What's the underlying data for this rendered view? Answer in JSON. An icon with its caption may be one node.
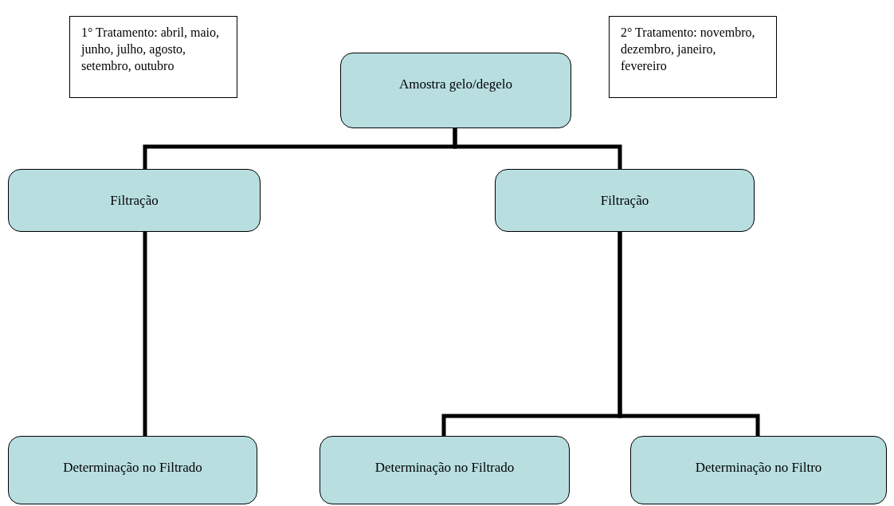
{
  "diagram": {
    "nodes": [
      {
        "text": [
          "1° Tratamento: abril, maio, junho, julho, agosto, setembro, outubro"
        ]
      },
      {
        "text": [
          "2° Tratamento: novembro, dezembro, janeiro, fevereiro"
        ]
      },
      {
        "text": [
          "Amostra gelo/degelo"
        ]
      },
      {
        "text": [
          "Filtração"
        ]
      },
      {
        "text": [
          "Filtração"
        ]
      },
      {
        "text": [
          "Determinação no Filtrado"
        ]
      },
      {
        "text": [
          "Determinação no Filtrado"
        ]
      },
      {
        "text": [
          "Determinação no Filtro"
        ]
      }
    ],
    "edges": [
      {
        "from": 2,
        "to": 3,
        "arrow": "none"
      },
      {
        "from": 2,
        "to": 4,
        "arrow": "none"
      },
      {
        "from": 3,
        "to": 5,
        "arrow": "none"
      },
      {
        "from": 4,
        "to": 6,
        "arrow": "none"
      },
      {
        "from": 4,
        "to": 7,
        "arrow": "none"
      }
    ]
  }
}
